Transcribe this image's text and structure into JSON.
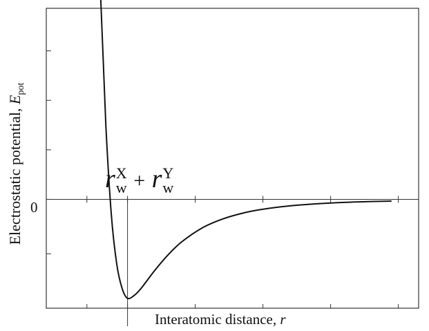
{
  "chart_data": {
    "type": "line",
    "title": "",
    "xlabel": "Interatomic distance, r",
    "ylabel": "Electrostatic potential, E_pot",
    "ylabel_main": "Electrostatic potential, ",
    "ylabel_symbol": "E",
    "ylabel_subscript": "pot",
    "xlabel_main": "Interatomic distance, ",
    "xlabel_symbol": "r",
    "y_tick_labels": [
      "0"
    ],
    "annotation": {
      "text": "r_w^X + r_w^Y",
      "symbol": "r",
      "sub": "w",
      "sup1": "X",
      "sup2": "Y",
      "plus": "+"
    },
    "series": [
      {
        "x": [
          0.72,
          0.76,
          0.8,
          0.84,
          0.88,
          0.92,
          0.96,
          1.0,
          1.05,
          1.1,
          1.2,
          1.3,
          1.4,
          1.55,
          1.7,
          1.85,
          2.0,
          2.2,
          2.4,
          2.6,
          2.8,
          2.95
        ],
        "values": [
          5.8,
          3.8,
          2.1,
          0.75,
          -0.15,
          -0.65,
          -0.9,
          -1.0,
          -0.97,
          -0.9,
          -0.72,
          -0.56,
          -0.43,
          -0.29,
          -0.2,
          -0.14,
          -0.1,
          -0.066,
          -0.045,
          -0.031,
          -0.022,
          -0.018
        ]
      }
    ],
    "vline_x": 1.0,
    "xlim": [
      0.4,
      3.15
    ],
    "ylim": [
      -1.1,
      1.93
    ],
    "grid": false,
    "colors": {
      "line": "#111111",
      "axis": "#333333"
    }
  }
}
